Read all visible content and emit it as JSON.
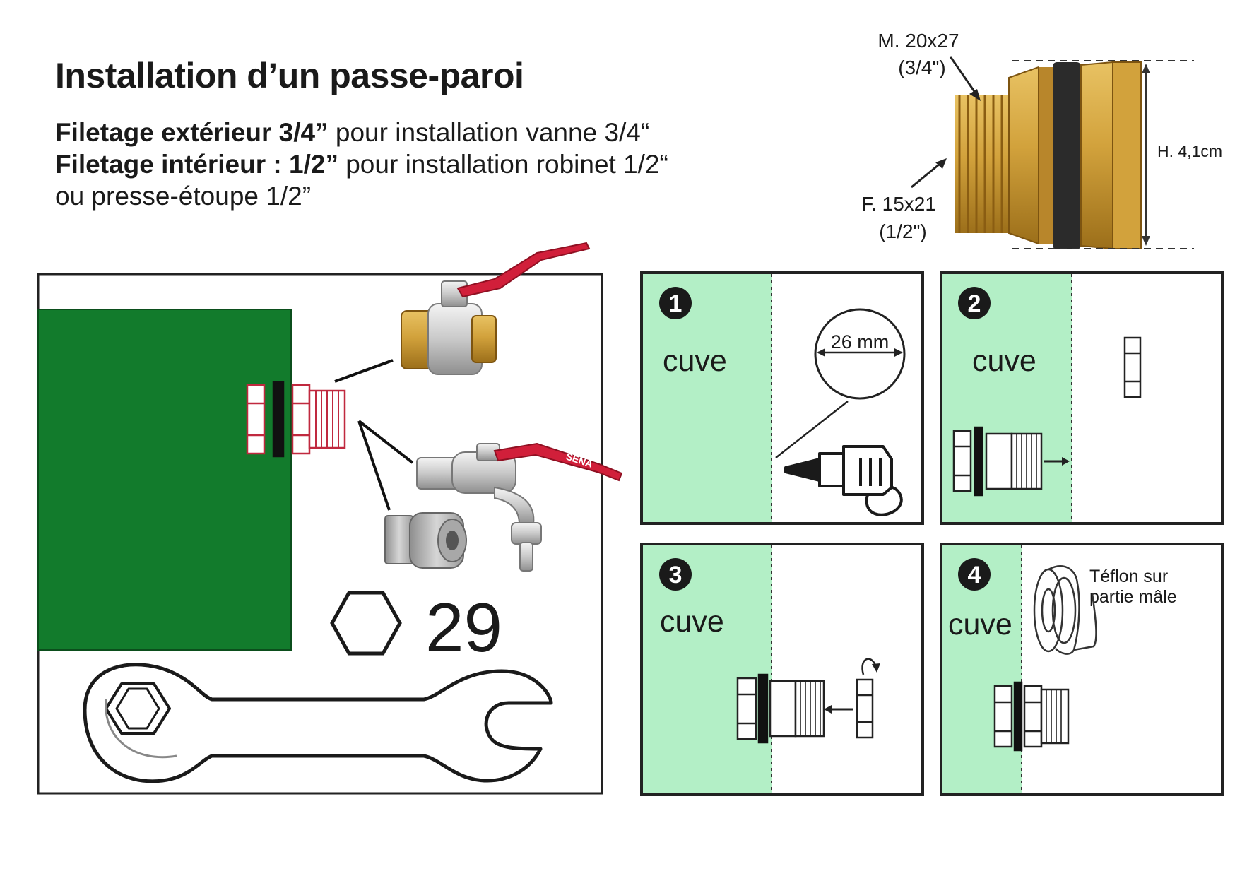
{
  "title": "Installation d’un passe-paroi",
  "subtitle": {
    "line1_bold": "Filetage extérieur 3/4”",
    "line1_rest": " pour installation vanne 3/4“",
    "line2_bold": "Filetage intérieur : 1/2”",
    "line2_rest": " pour installation robinet 1/2“",
    "line3": "ou presse-étoupe 1/2”"
  },
  "fitting_labels": {
    "male_thread": "M. 20x27",
    "male_inch": "(3/4\")",
    "female_thread": "F. 15x21",
    "female_inch": "(1/2\")",
    "height": "H. 4,1cm"
  },
  "left_panel": {
    "wrench_size": "29",
    "valve_brand": "SENA"
  },
  "steps": [
    {
      "number": "1",
      "zone_label": "cuve",
      "dimension": "26 mm"
    },
    {
      "number": "2",
      "zone_label": "cuve"
    },
    {
      "number": "3",
      "zone_label": "cuve"
    },
    {
      "number": "4",
      "zone_label": "cuve",
      "note_line1": "Téflon sur",
      "note_line2": "partie mâle"
    }
  ],
  "colors": {
    "tank_green": "#127b2c",
    "zone_green": "#b3efc6",
    "brass": "#c99a2e",
    "valve_red": "#d11f3a",
    "outline": "#222222"
  }
}
